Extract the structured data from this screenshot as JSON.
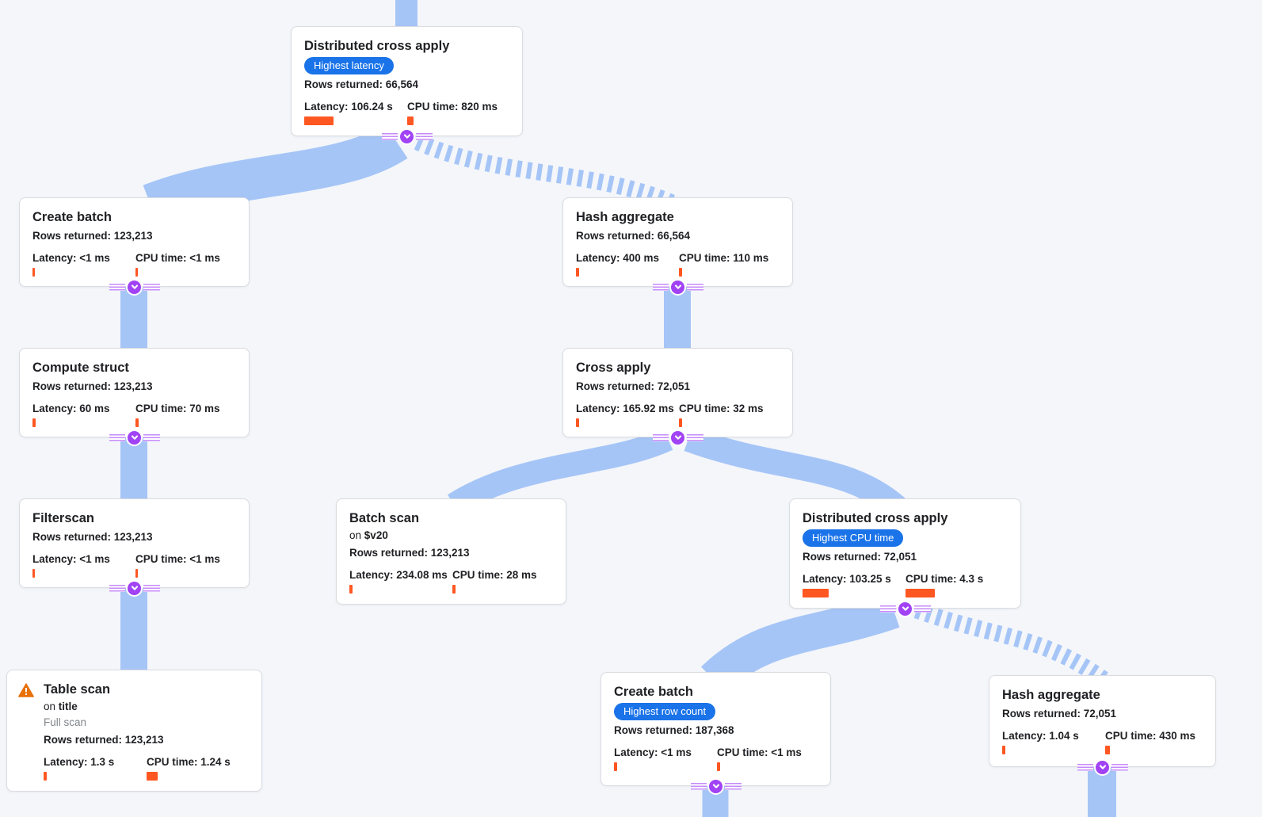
{
  "app": {
    "view": "query-execution-plan"
  },
  "colors": {
    "accent_blue": "#1A73E8",
    "bar_orange": "#FF5722",
    "edge_blue": "#A6C5F7",
    "connector_purple": "#A142F4",
    "connector_stripe": "#C58AF9",
    "warning_orange": "#E8710A",
    "card_border": "#DADCE0",
    "background": "#F4F6FA",
    "text_primary": "#202124",
    "text_secondary": "#80868B"
  },
  "nodes": [
    {
      "id": "distributed-cross-apply-1",
      "title": "Distributed cross apply",
      "badge": "Highest latency",
      "rows": "Rows returned: 66,564",
      "latency": "Latency: 106.24 s",
      "latency_bar": 37,
      "cpu": "CPU time: 820 ms",
      "cpu_bar": 8
    },
    {
      "id": "create-batch-1",
      "title": "Create batch",
      "rows": "Rows returned: 123,213",
      "latency": "Latency: <1 ms",
      "latency_bar": 3,
      "cpu": "CPU time: <1 ms",
      "cpu_bar": 3
    },
    {
      "id": "hash-aggregate-1",
      "title": "Hash aggregate",
      "rows": "Rows returned: 66,564",
      "latency": "Latency: 400 ms",
      "latency_bar": 4,
      "cpu": "CPU time: 110 ms",
      "cpu_bar": 4
    },
    {
      "id": "compute-struct",
      "title": "Compute struct",
      "rows": "Rows returned: 123,213",
      "latency": "Latency: 60 ms",
      "latency_bar": 4,
      "cpu": "CPU time: 70 ms",
      "cpu_bar": 4
    },
    {
      "id": "cross-apply",
      "title": "Cross apply",
      "rows": "Rows returned: 72,051",
      "latency": "Latency: 165.92 ms",
      "latency_bar": 4,
      "cpu": "CPU time: 32 ms",
      "cpu_bar": 4
    },
    {
      "id": "filterscan",
      "title": "Filterscan",
      "rows": "Rows returned: 123,213",
      "latency": "Latency: <1 ms",
      "latency_bar": 3,
      "cpu": "CPU time: <1 ms",
      "cpu_bar": 3
    },
    {
      "id": "batch-scan",
      "title": "Batch scan",
      "on_prefix": "on",
      "on_target": "$v20",
      "rows": "Rows returned: 123,213",
      "latency": "Latency: 234.08 ms",
      "latency_bar": 4,
      "cpu": "CPU time: 28 ms",
      "cpu_bar": 4
    },
    {
      "id": "distributed-cross-apply-2",
      "title": "Distributed cross apply",
      "badge": "Highest CPU time",
      "rows": "Rows returned: 72,051",
      "latency": "Latency: 103.25 s",
      "latency_bar": 33,
      "cpu": "CPU time: 4.3 s",
      "cpu_bar": 37
    },
    {
      "id": "table-scan",
      "title": "Table scan",
      "warning": true,
      "on_prefix": "on",
      "on_target": "title",
      "scan_note": "Full scan",
      "rows": "Rows returned: 123,213",
      "latency": "Latency: 1.3 s",
      "latency_bar": 4,
      "cpu": "CPU time: 1.24 s",
      "cpu_bar": 14
    },
    {
      "id": "create-batch-2",
      "title": "Create batch",
      "badge": "Highest row count",
      "rows": "Rows returned: 187,368",
      "latency": "Latency: <1 ms",
      "latency_bar": 4,
      "cpu": "CPU time: <1 ms",
      "cpu_bar": 4
    },
    {
      "id": "hash-aggregate-2",
      "title": "Hash aggregate",
      "rows": "Rows returned: 72,051",
      "latency": "Latency: 1.04 s",
      "latency_bar": 4,
      "cpu": "CPU time: 430 ms",
      "cpu_bar": 6
    }
  ],
  "edges": [
    {
      "from": "parent-offscreen",
      "to": "distributed-cross-apply-1",
      "style": "solid"
    },
    {
      "from": "distributed-cross-apply-1",
      "to": "create-batch-1",
      "style": "solid"
    },
    {
      "from": "distributed-cross-apply-1",
      "to": "hash-aggregate-1",
      "style": "striped"
    },
    {
      "from": "create-batch-1",
      "to": "compute-struct",
      "style": "solid"
    },
    {
      "from": "hash-aggregate-1",
      "to": "cross-apply",
      "style": "solid"
    },
    {
      "from": "compute-struct",
      "to": "filterscan",
      "style": "solid"
    },
    {
      "from": "cross-apply",
      "to": "batch-scan",
      "style": "solid"
    },
    {
      "from": "cross-apply",
      "to": "distributed-cross-apply-2",
      "style": "solid"
    },
    {
      "from": "filterscan",
      "to": "table-scan",
      "style": "solid"
    },
    {
      "from": "distributed-cross-apply-2",
      "to": "create-batch-2",
      "style": "solid"
    },
    {
      "from": "distributed-cross-apply-2",
      "to": "hash-aggregate-2",
      "style": "striped"
    },
    {
      "from": "create-batch-2",
      "to": "child-offscreen-1",
      "style": "solid"
    },
    {
      "from": "hash-aggregate-2",
      "to": "child-offscreen-2",
      "style": "solid"
    }
  ]
}
